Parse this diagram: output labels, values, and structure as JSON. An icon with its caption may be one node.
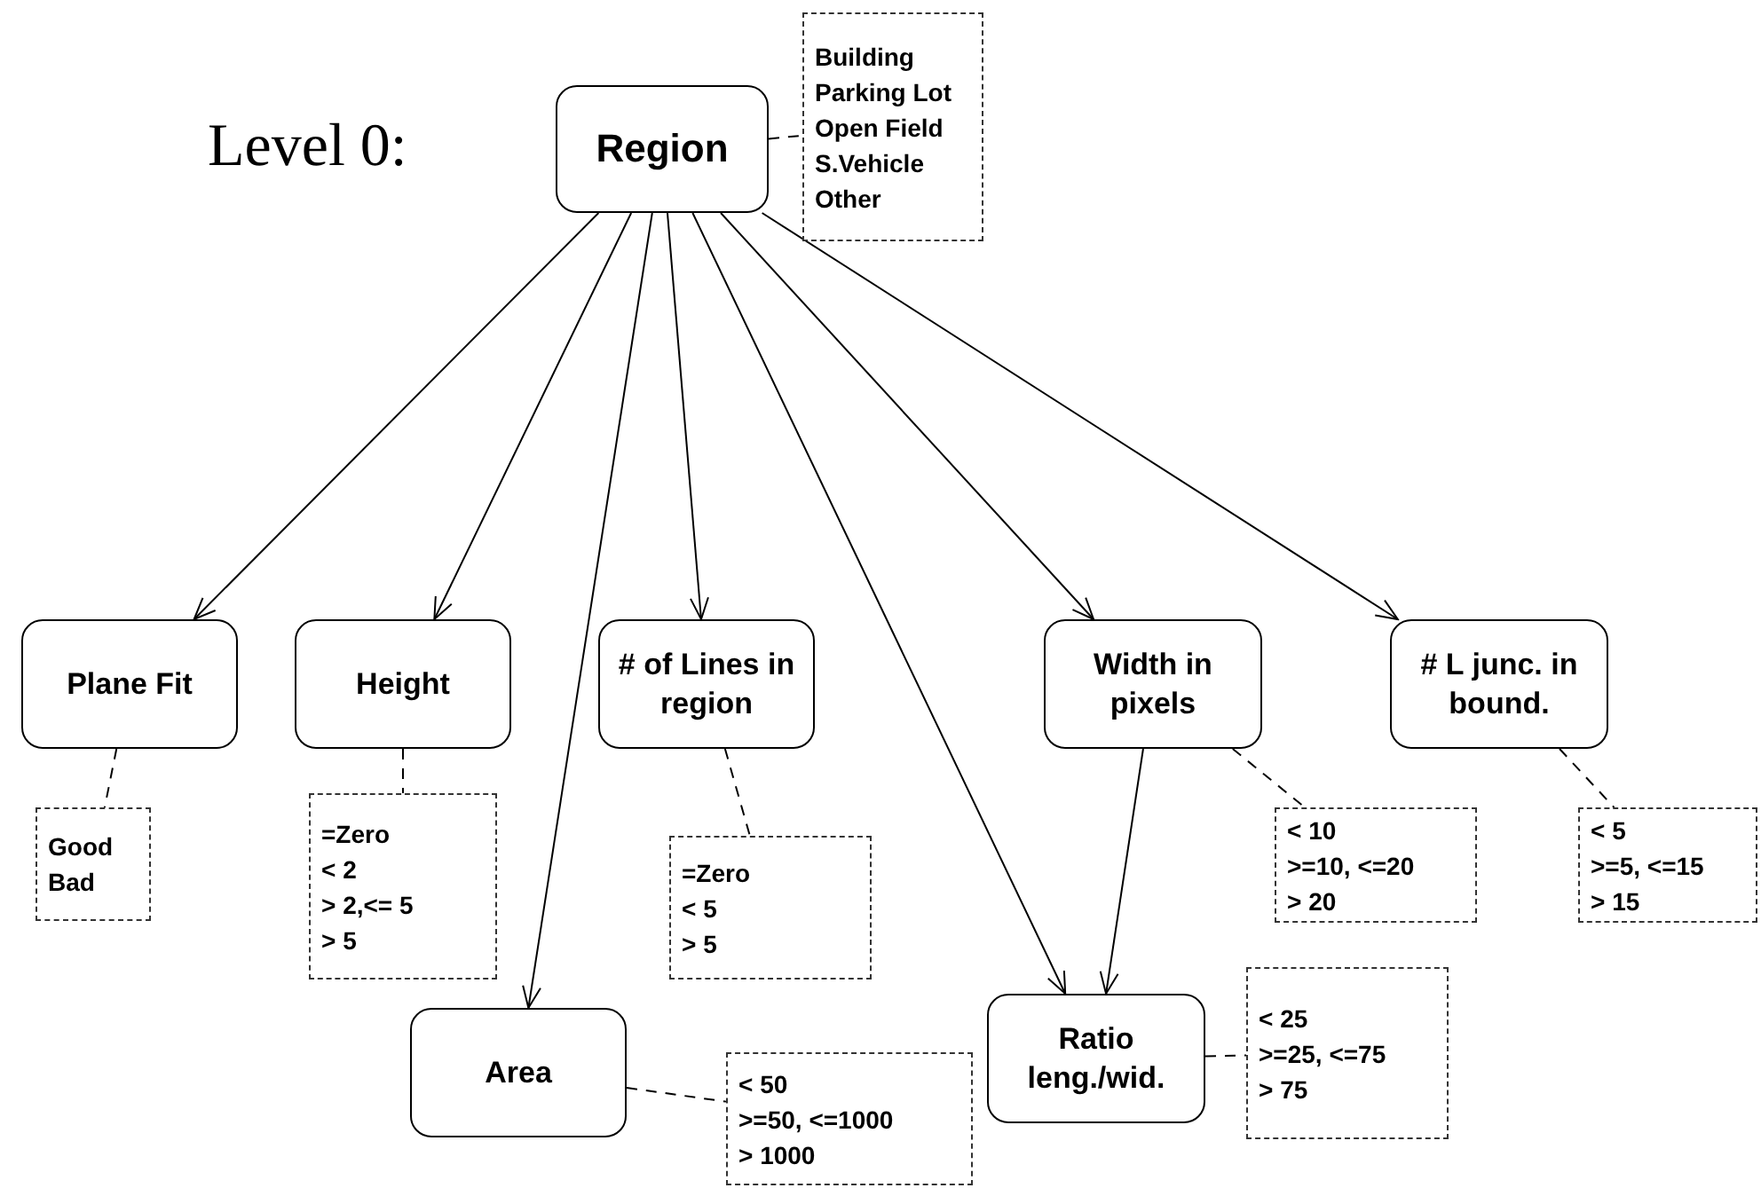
{
  "diagram": {
    "nodes": [
      {
        "text": [
          "Region"
        ]
      },
      {
        "text": [
          "Building",
          "Parking Lot",
          "Open Field",
          "S.Vehicle",
          "Other"
        ]
      },
      {
        "text": [
          "Plane Fit"
        ]
      },
      {
        "text": [
          "Good",
          "Bad"
        ]
      },
      {
        "text": [
          "Height"
        ]
      },
      {
        "text": [
          "=Zero",
          "< 2",
          "> 2,<= 5",
          "> 5"
        ]
      },
      {
        "text": [
          "# of Lines in region"
        ]
      },
      {
        "text": [
          "=Zero",
          "< 5",
          "> 5"
        ]
      },
      {
        "text": [
          "Area"
        ]
      },
      {
        "text": [
          "< 50",
          ">=50, <=1000",
          "> 1000"
        ]
      },
      {
        "text": [
          "Width in pixels"
        ]
      },
      {
        "text": [
          "< 10",
          ">=10, <=20",
          "> 20"
        ]
      },
      {
        "text": [
          "Ratio leng./wid."
        ]
      },
      {
        "text": [
          "< 25",
          ">=25, <=75",
          "> 75"
        ]
      },
      {
        "text": [
          "# L junc. in bound."
        ]
      },
      {
        "text": [
          "< 5",
          ">=5, <=15",
          "> 15"
        ]
      }
    ],
    "edges": [
      {
        "from": 0,
        "to": 1,
        "arrow": "none",
        "style": "dashed"
      },
      {
        "from": 0,
        "to": 2,
        "arrow": "to"
      },
      {
        "from": 0,
        "to": 4,
        "arrow": "to"
      },
      {
        "from": 0,
        "to": 8,
        "arrow": "to"
      },
      {
        "from": 0,
        "to": 6,
        "arrow": "to"
      },
      {
        "from": 0,
        "to": 12,
        "arrow": "to"
      },
      {
        "from": 0,
        "to": 10,
        "arrow": "to"
      },
      {
        "from": 0,
        "to": 14,
        "arrow": "to"
      },
      {
        "from": 10,
        "to": 12,
        "arrow": "to"
      },
      {
        "from": 2,
        "to": 3,
        "arrow": "none",
        "style": "dashed"
      },
      {
        "from": 4,
        "to": 5,
        "arrow": "none",
        "style": "dashed"
      },
      {
        "from": 6,
        "to": 7,
        "arrow": "none",
        "style": "dashed"
      },
      {
        "from": 8,
        "to": 9,
        "arrow": "none",
        "style": "dashed"
      },
      {
        "from": 10,
        "to": 11,
        "arrow": "none",
        "style": "dashed"
      },
      {
        "from": 12,
        "to": 13,
        "arrow": "none",
        "style": "dashed"
      },
      {
        "from": 14,
        "to": 15,
        "arrow": "none",
        "style": "dashed"
      }
    ],
    "labels": [
      "Level 0:"
    ]
  }
}
